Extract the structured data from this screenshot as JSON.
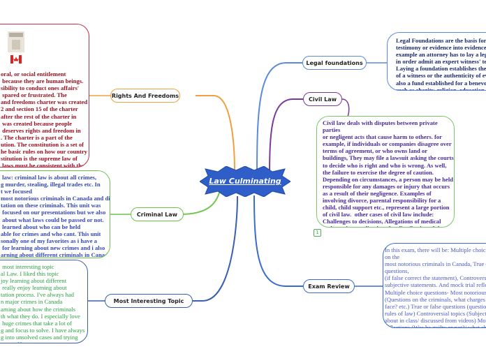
{
  "central": {
    "title": "Law Culminating"
  },
  "branches": {
    "rights": {
      "label": "Rights And Freedoms",
      "note": "oral, or social entitlement\n because they are human beings.\nsibility to conduct ones affairs'\n spared or frustrated. The\nand freedoms charter was created\n2 and section 15 of the charter\nafter the rest of the charter in\n was created because people\n deserves rights and freedom in\n. The charter is a part of the\nution. The constitution is a set of\nhe basic rules on how our country\nstitution is the supreme law of\n laws must be consistent with the\n."
    },
    "criminal": {
      "label": "Criminal Law",
      "note": " law: criminal law is about all crimes,\ng murder, stealing, illegal trades etc. In\nt we focused\nmost notorious criminals in Canada and did\ntation on these criminals. This unit was\n focused on our presentations but we also\n about what laws could be passed or not.\n learned about who can be held\nable for crimes and who cant. This unit\nsonally one of my favorites as i have a\n for learning about new crimes and i also\narning about different criminals in Canada\nn ones who were held in our prison."
    },
    "interesting": {
      "label": "Most Interesting Topic",
      "note": " most interesting topic\nal Law. I liked this topic\njoy learning about different\n really enjoy learning about\ntation process. I've always had\nn major crimes in Canada\narning about how the criminals\nth what they do. I especially love\n huge crimes that take a lot of\ng and focus to solve. I have always\ng into unsolved cases and trying\nn myself."
    },
    "foundations": {
      "label": "Legal foundations",
      "note": "Legal Foundations are the basis for ad\ntestimony or evidence into evidence. F\nexample an attorney has to lay a legal\nin order admit an expert witness' testi\nLaying a foundation establishes the qu\nof a witness or the authenticity of evid\nalso a fund established for a benevole\nsuch as charity, religion, education, or"
    },
    "civil": {
      "label": "Civil Law",
      "note": "Civil law deals with disputes between private\nparties\nor negligent acts that cause harm to others. for\nexample, if individuals or companies disagree over\nterms of agreement, or who owns land or\nbuildings, They may file a lawsuit asking the courts\nto decide who is right and who is wrong. As well,\nthe failure to exercise the degree of caution.\nDepending on circumstances, a person may be held\nresponsible for any damages or injury that occurs\nas a result of their negligence. Examples of\ninvolving divorce, parental responsibility for a\nchild, child support etc., represent a large portion\nof civil law.  other cases of civil law include:\nChallenges to decisions, Allegations of medical\nmalpractice, applications for distribution of the\nestates of a deceased person etc.",
      "note_icon": "1"
    },
    "exam": {
      "label": "Exam Review",
      "note": "In this exam, there will be: Multiple choice qu\non the\nmost notorious criminals in Canada, True or f\nquestions,\n(if false correct the statement), Controversial\nsubjective statements. And mock trial reflecti\nMultiple choice questions- Most notorious cri\n(Questions on the criminals, what charges did\nface? etc.) True or false questions (questions\nrules of law) Controversial topics (Subjects w\nabout in class/ discussed from videos) Mock t\nreflections (Was he guilty or not?/ what charg\nface etc.)"
    }
  },
  "colors": {
    "central_fill": "#2f5ec8",
    "rights": "#f0a040",
    "rights_box": "#c0304a",
    "rights_text": "#9a1020",
    "criminal": "#6cc44a",
    "criminal_text": "#3548b8",
    "interesting": "#3a5fb0",
    "interesting_text": "#2aa040",
    "foundations": "#5a8ad8",
    "foundations_text": "#1a2a70",
    "civil": "#7a3a9a",
    "civil_box": "#7ac86a",
    "civil_text": "#4a2a9a",
    "exam": "#3a6ad0",
    "exam_text": "#4a5ac8"
  },
  "icons": {
    "flag_thumbnail": "canada-flag-thumbnail",
    "note": "note-icon"
  }
}
